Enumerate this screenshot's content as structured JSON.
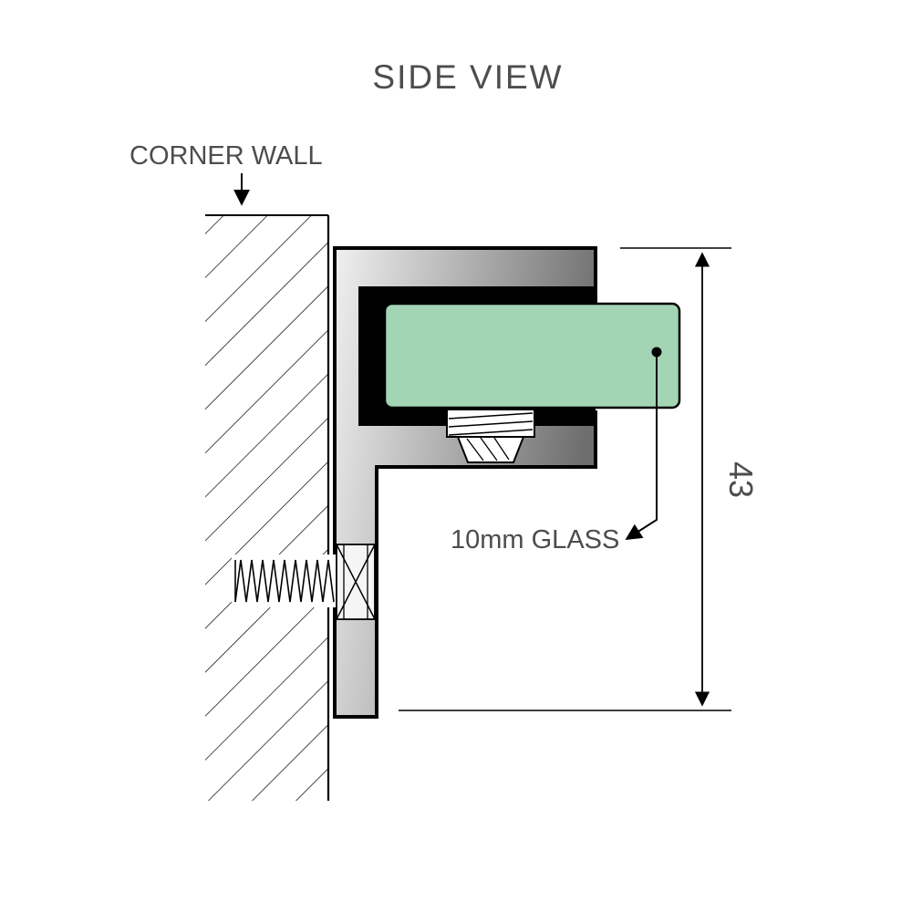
{
  "diagram": {
    "title": "SIDE VIEW",
    "corner_wall_label": "CORNER WALL",
    "glass_label": "10mm GLASS",
    "dimension_value": "43",
    "colors": {
      "glass_green": "#a3d5b5",
      "bracket_light": "#f0f0f0",
      "bracket_dark": "#6e6e6e",
      "outline_black": "#000000",
      "label_gray": "#4d4d4d"
    }
  }
}
